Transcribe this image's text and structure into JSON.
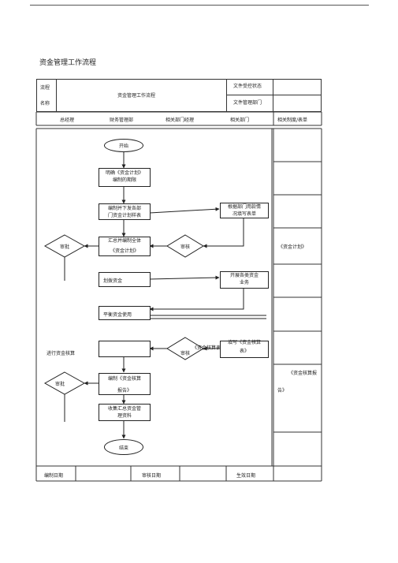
{
  "document": {
    "title": "资金管理工作流程"
  },
  "header": {
    "process_label_1": "流程",
    "process_label_2": "名称",
    "process_name": "资金管理工作流程",
    "file_status_label": "文件受控状态",
    "file_dept_label": "文件管理部门",
    "file_status_value": "",
    "file_dept_value": ""
  },
  "columns": [
    "总经理",
    "财务管理部",
    "相关部门经理",
    "相关部门",
    "相关制度/表单"
  ],
  "nodes": {
    "start": "开始",
    "plan_1": "明确《资金计划》",
    "plan_2": "编制的期限",
    "compile_1": "编制并下发各部",
    "compile_2": "门资金计划样表",
    "fill_1": "根据部门用款情",
    "fill_2": "况填写表单",
    "summary_1": "汇总并编制全体",
    "summary_2": "《资金计划》",
    "approve_gm_1": "审批",
    "review_mgr_1": "审核",
    "allocate": "划拨资金",
    "open_1": "开展各类资金",
    "open_2": "业务",
    "balance": "平衡资金使用",
    "accounting": "进行资金核算",
    "fill_report_1": "填写《资金核算",
    "fill_report_2": "表》",
    "review_mgr_2": "审核",
    "overlap_text": "《资金核算表》",
    "report_1": "编制《资金核算",
    "report_2": "报告》",
    "approve_gm_2": "审批",
    "collect_1": "收集汇总资金管",
    "collect_2": "理资料",
    "end": "结束"
  },
  "forms": {
    "plan": "《资金计划》",
    "report_1": "《资金核算报",
    "report_2": "告》"
  },
  "footer": {
    "compile_date": "编制日期",
    "review_date": "审核日期",
    "effective_date": "生效日期"
  }
}
